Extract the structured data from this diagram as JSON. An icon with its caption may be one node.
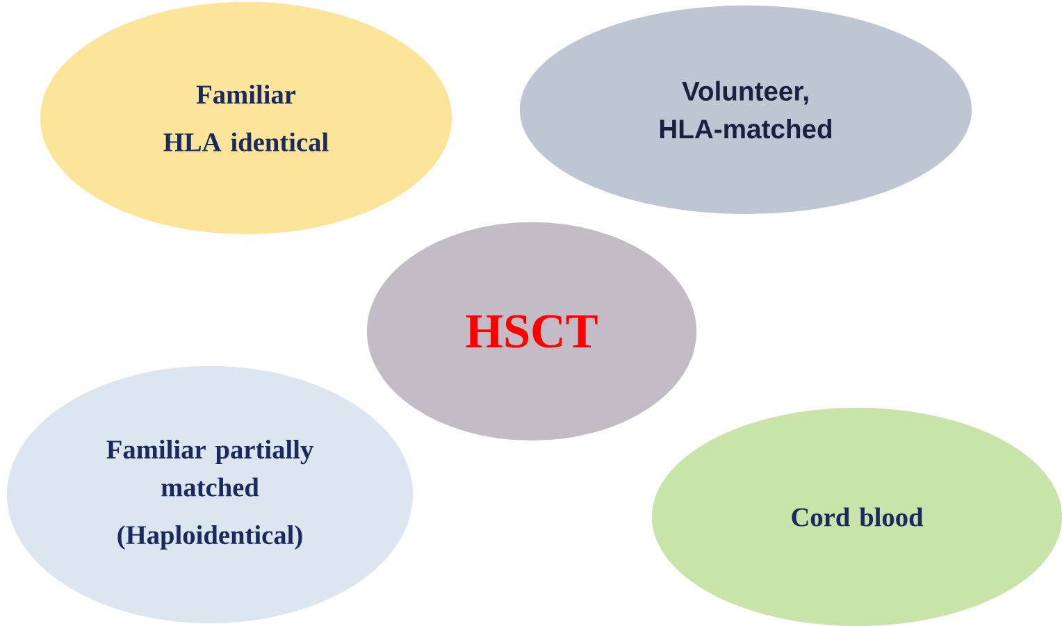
{
  "diagram": {
    "nodes": [
      {
        "text": [
          "Familiar",
          "HLA identical"
        ]
      },
      {
        "text": [
          "Volunteer, HLA-matched"
        ]
      },
      {
        "text": [
          "HSCT"
        ]
      },
      {
        "text": [
          "Familiar partially matched",
          "(Haploidentical)"
        ]
      },
      {
        "text": [
          "Cord blood"
        ]
      }
    ]
  }
}
